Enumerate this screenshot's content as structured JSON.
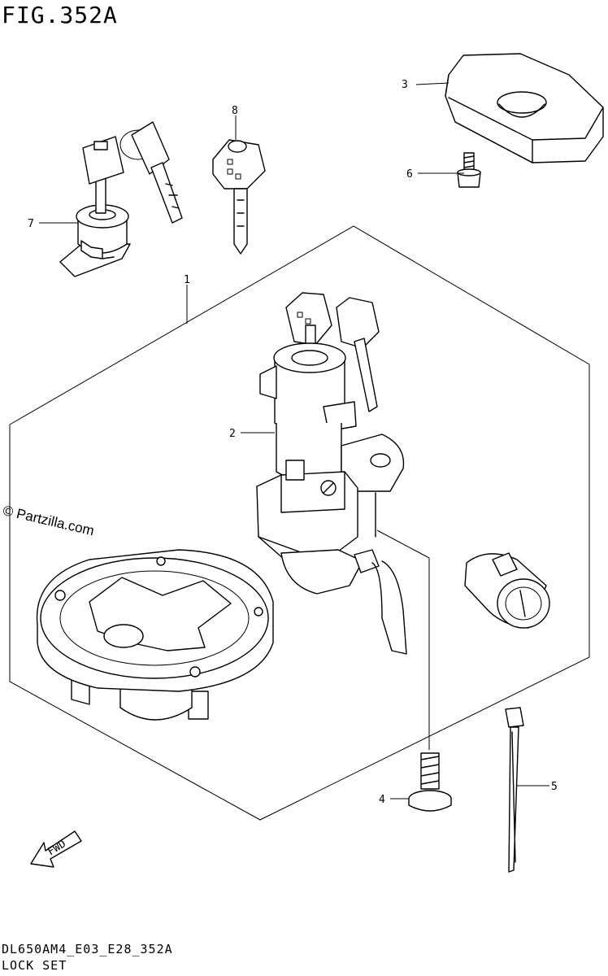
{
  "figure": {
    "title": "FIG.352A",
    "code": "DL650AM4_E03_E28_352A",
    "caption": "LOCK SET",
    "watermark": "© Partzilla.com",
    "fwd_label": "FWD"
  },
  "callouts": [
    {
      "id": "1",
      "label": "1"
    },
    {
      "id": "2",
      "label": "2"
    },
    {
      "id": "3",
      "label": "3"
    },
    {
      "id": "4",
      "label": "4"
    },
    {
      "id": "5",
      "label": "5"
    },
    {
      "id": "6",
      "label": "6"
    },
    {
      "id": "7",
      "label": "7"
    },
    {
      "id": "8",
      "label": "8"
    }
  ]
}
